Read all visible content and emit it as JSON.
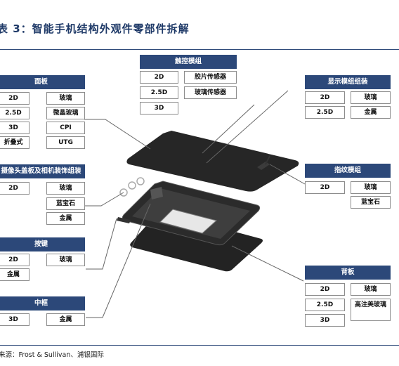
{
  "figure": {
    "title": "表 3：智能手机结构外观件零部件拆解",
    "source": "来源：Frost & Sullivan、浦银国际"
  },
  "panels": {
    "touch": {
      "header": "触控模组",
      "rows": [
        [
          "2D",
          "胶片传感器"
        ],
        [
          "2.5D",
          "玻璃传感器"
        ],
        [
          "3D",
          ""
        ]
      ]
    },
    "front_panel": {
      "header": "面板",
      "rows": [
        [
          "2D",
          "玻璃"
        ],
        [
          "2.5D",
          "微晶玻璃"
        ],
        [
          "3D",
          "CPI"
        ],
        [
          "折叠式",
          "UTG"
        ]
      ]
    },
    "display": {
      "header": "显示模组组装",
      "rows": [
        [
          "2D",
          "玻璃"
        ],
        [
          "2.5D",
          "金属"
        ]
      ]
    },
    "camera_deco": {
      "header": "摄像头盖板及相机装饰组装",
      "rows": [
        [
          "2D",
          "玻璃"
        ],
        [
          "",
          "蓝宝石"
        ],
        [
          "",
          "金属"
        ]
      ]
    },
    "fingerprint": {
      "header": "指纹模组",
      "rows": [
        [
          "2D",
          "玻璃"
        ],
        [
          "",
          "蓝宝石"
        ]
      ]
    },
    "button": {
      "header": "按键",
      "rows": [
        [
          "2D",
          "玻璃"
        ],
        [
          "金属",
          ""
        ]
      ]
    },
    "back_panel": {
      "header": "背板",
      "rows": [
        [
          "2D",
          "玻璃"
        ],
        [
          "2.5D",
          "高注美玻璃"
        ],
        [
          "3D",
          ""
        ]
      ]
    },
    "middle_frame": {
      "header": "中框",
      "rows": [
        [
          "3D",
          "金属"
        ]
      ]
    }
  }
}
